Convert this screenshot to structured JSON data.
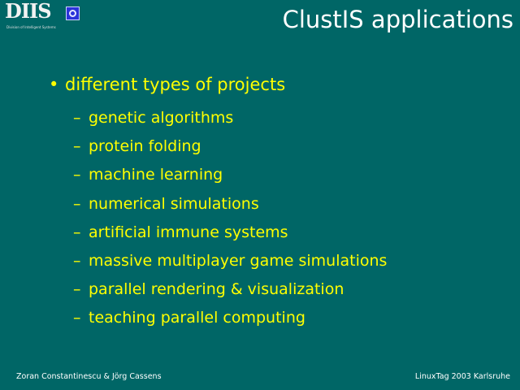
{
  "logo": {
    "text": "DIIS",
    "subtitle": "Division of Intelligent Systems",
    "icon": "circle-logo-icon"
  },
  "slide": {
    "title": "ClustIS applications",
    "main_bullet": "different types of projects",
    "bullet_symbol": "•",
    "dash_symbol": "–",
    "sub_items": [
      "genetic algorithms",
      "protein folding",
      "machine learning",
      "numerical simulations",
      "artificial immune systems",
      "massive multiplayer game simulations",
      "parallel rendering & visualization",
      "teaching parallel computing"
    ]
  },
  "footer": {
    "left": "Zoran Constantinescu & Jörg Cassens",
    "right": "LinuxTag 2003 Karlsruhe"
  },
  "colors": {
    "background": "#006666",
    "title": "#ffffff",
    "bullets": "#ffff00",
    "footer": "#ffffff"
  }
}
